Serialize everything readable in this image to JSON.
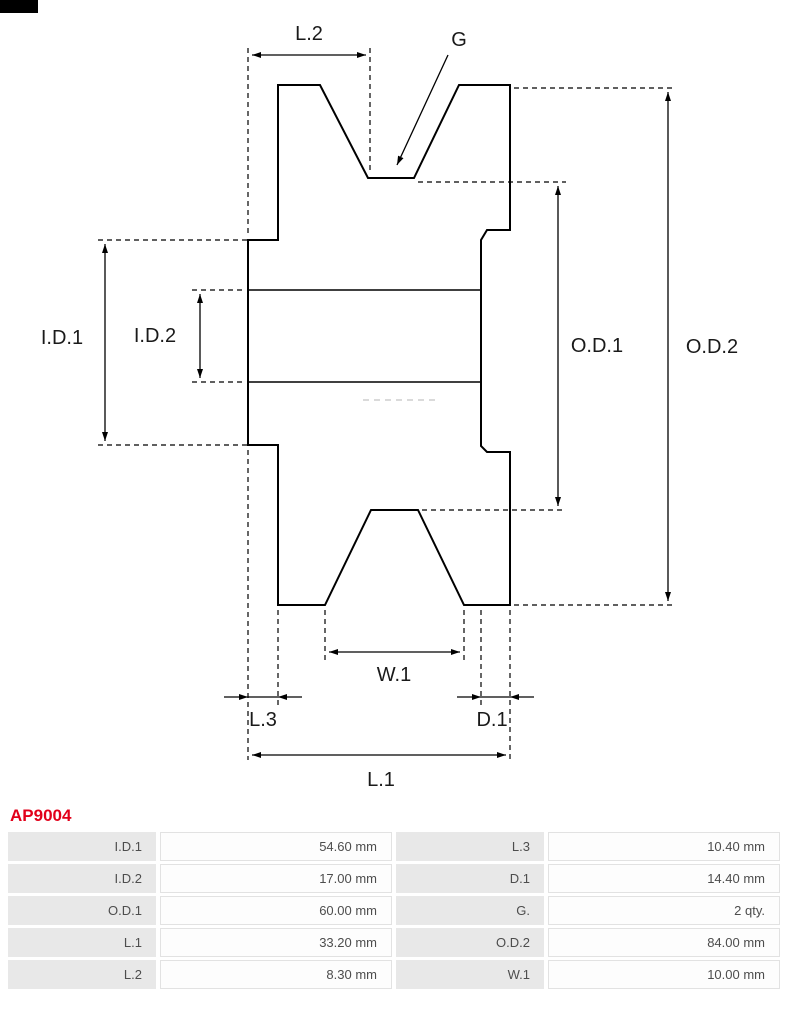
{
  "part_number": "AP9004",
  "drawing": {
    "labels": {
      "L2": "L.2",
      "G": "G",
      "ID1": "I.D.1",
      "ID2": "I.D.2",
      "OD1": "O.D.1",
      "OD2": "O.D.2",
      "W1": "W.1",
      "L3": "L.3",
      "D1": "D.1",
      "L1": "L.1"
    }
  },
  "table": {
    "rows": [
      {
        "c1": "I.D.1",
        "v1": "54.60 mm",
        "c2": "L.3",
        "v2": "10.40 mm"
      },
      {
        "c1": "I.D.2",
        "v1": "17.00 mm",
        "c2": "D.1",
        "v2": "14.40 mm"
      },
      {
        "c1": "O.D.1",
        "v1": "60.00 mm",
        "c2": "G.",
        "v2": "2 qty."
      },
      {
        "c1": "L.1",
        "v1": "33.20 mm",
        "c2": "O.D.2",
        "v2": "84.00 mm"
      },
      {
        "c1": "L.2",
        "v1": "8.30 mm",
        "c2": "W.1",
        "v2": "10.00 mm"
      }
    ]
  },
  "colors": {
    "accent_red": "#e2001a",
    "line": "#000000",
    "label_cell_bg": "#e8e8e8",
    "value_cell_bg": "#fdfdfd"
  }
}
